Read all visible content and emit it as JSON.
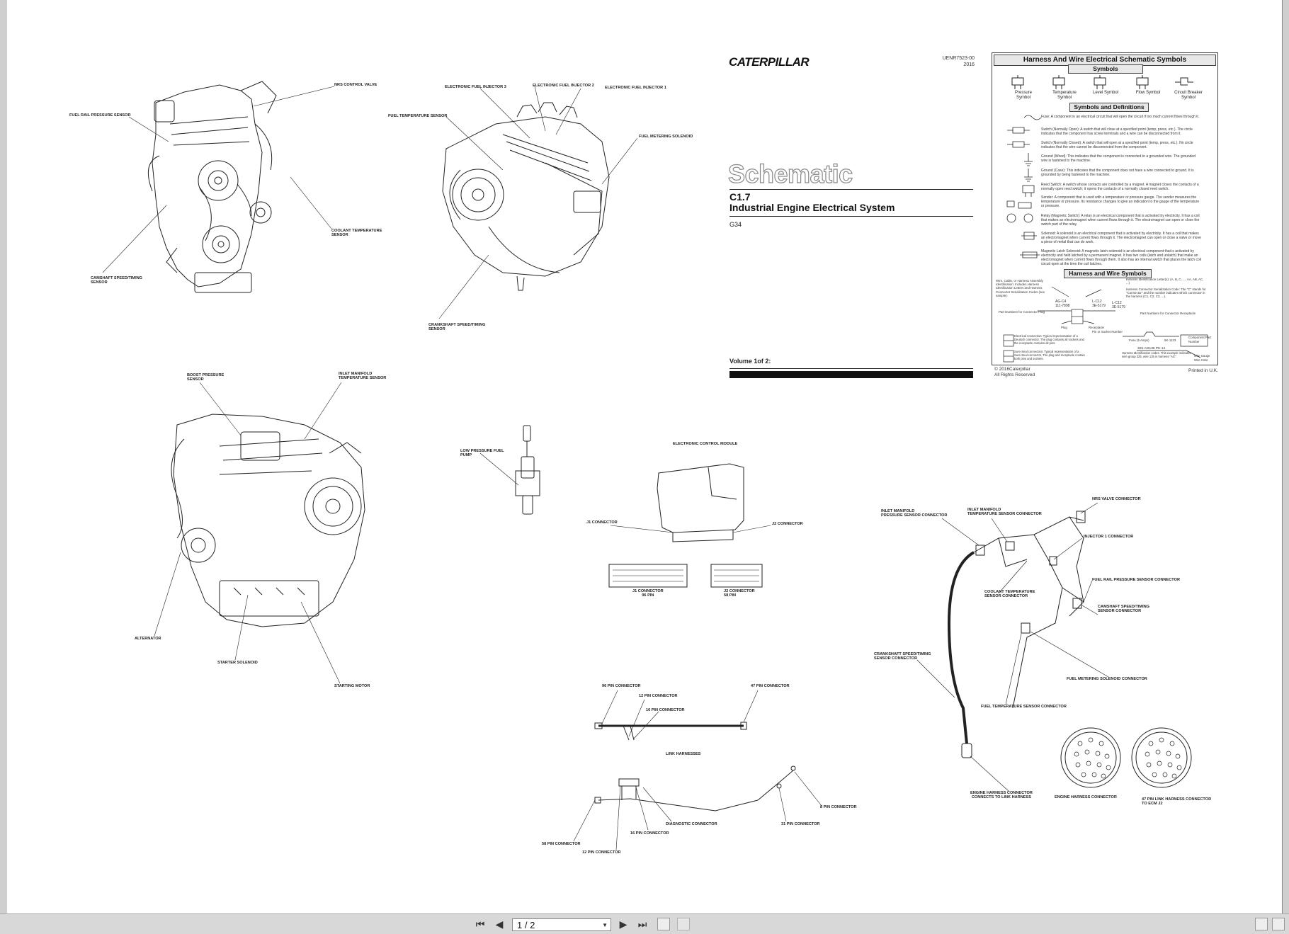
{
  "document": {
    "brand": "CATERPILLAR",
    "doc_number": "UENR7523-00",
    "year": "2016",
    "title": "Schematic",
    "model": "C1.7",
    "system": "Industrial Engine   Electrical System",
    "code": "G34",
    "volume": "Volume 1of 2:",
    "copyright": "© 2016Caterpillar\nAll Rights Reserved",
    "printed": "Printed in U.K."
  },
  "symbols_panel": {
    "title": "Harness And Wire Electrical Schematic Symbols",
    "symbols_header": "Symbols",
    "symbols": [
      "Pressure\nSymbol",
      "Temperature\nSymbol",
      "Level\nSymbol",
      "Flow\nSymbol",
      "Circuit Breaker\nSymbol"
    ],
    "definitions_header": "Symbols and Definitions",
    "definitions": [
      "Fuse: A component in an electrical circuit that will open the circuit if too much current flows through it.",
      "Switch (Normally Open): A switch that will close at a specified point (temp, press, etc.). The circle indicates that the component has screw terminals and a wire can be disconnected from it.",
      "Switch (Normally Closed): A switch that will open at a specified point (temp, press, etc.). No circle indicates that the wire cannot be disconnected from the component.",
      "Ground (Wired): This indicates that the component is connected to a grounded wire. The grounded wire is fastened to the machine.",
      "Ground (Case): This indicates that the component does not have a wire connected to ground. It is grounded by being fastened to the machine.",
      "Reed Switch: A switch whose contacts are controlled by a magnet. A magnet closes the contacts of a normally open reed switch; it opens the contacts of a normally closed reed switch.",
      "Sender: A component that is used with a temperature or pressure gauge. The sender measures the temperature or pressure. Its resistance changes to give an indication to the gauge of the temperature or pressure.",
      "Relay (Magnetic Switch): A relay is an electrical component that is activated by electricity. It has a coil that makes an electromagnet when current flows through it. The electromagnet can open or close the switch part of the relay.",
      "Solenoid: A solenoid is an electrical component that is activated by electricity. It has a coil that makes an electromagnet when current flows through it. The electromagnet can open or close a valve or move a piece of metal that can do work.",
      "Magnetic Latch Solenoid: A magnetic latch solenoid is an electrical component that is activated by electricity and held latched by a permanent magnet. It has two coils (latch and unlatch) that make an electromagnet when current flows through them. It also has an internal switch that places the latch coil circuit open at the time the coil latches."
    ],
    "harness_header": "Harness and Wire Symbols",
    "harness_labels": {
      "intro": "Wire, Cable, or Harness Assembly Identification: Includes Harness Identification Letters and Harness Connector Serialization Codes (see sample).",
      "harness_id": "Harness Identification Letter(s): (A, B, C, ..., AA, AB, AC, ...)",
      "serialization": "Harness Connector Serialization Code: The \"C\" stands for \"Connector\" and the number indicates which connector in the harness (C1, C2, C3, ...).",
      "code_a": "AG-C4\n111-7898",
      "code_b": "L-C12\n3E-5179",
      "code_c": "L-C12\n3E-5179",
      "part_plug": "Part Numbers for Connector Plug",
      "part_receptacle": "Part Numbers for Connector Receptacle",
      "plug": "Plug",
      "receptacle": "Receptacle",
      "pin": "Pin or Socket Number",
      "fuse": "Fuse (5 Amps)",
      "comp_part": "Component Part Number",
      "comp_code": "5K-1123",
      "wire_code": "325-AG135   PK-14",
      "wire_id": "Harness Identification codes. This example indicates wire group 325, wire 135 in harness \"AG\".",
      "gauge": "Wire Gauge",
      "color": "Wire Color",
      "conn1": "Electrical connection: Typical representation of a Deutsch connector. The plug contains all sockets and the receptacle contains all pins.",
      "conn2": "Sure-Seal connection: Typical representation of a Sure-Seal connector. The plug and receptacle contain both pins and sockets."
    }
  },
  "labels": {
    "nrs_control_valve": "NRS CONTROL VALVE",
    "fuel_rail_pressure_sensor": "FUEL RAIL PRESSURE SENSOR",
    "coolant_temperature_sensor": "COOLANT TEMPERATURE\nSENSOR",
    "camshaft_speed_timing_sensor": "CAMSHAFT SPEED/TIMING\nSENSOR",
    "electronic_fuel_injector_3": "ELECTRONIC FUEL INJECTOR 3",
    "electronic_fuel_injector_2": "ELECTRONIC FUEL INJECTOR 2",
    "electronic_fuel_injector_1": "ELECTRONIC FUEL INJECTOR 1",
    "fuel_temperature_sensor": "FUEL TEMPERATURE SENSOR",
    "fuel_metering_solenoid": "FUEL METERING SOLENOID",
    "crankshaft_speed_timing_sensor": "CRANKSHAFT SPEED/TIMING\nSENSOR",
    "boost_pressure_sensor": "BOOST PRESSURE\nSENSOR",
    "inlet_manifold_temperature_sensor": "INLET MANIFOLD\nTEMPERATURE SENSOR",
    "alternator": "ALTERNATOR",
    "starter_solenoid": "STARTER SOLENOID",
    "starting_motor": "STARTING MOTOR",
    "low_pressure_fuel_pump": "LOW PRESSURE FUEL\nPUMP",
    "electronic_control_module": "ELECTRONIC CONTROL MODULE",
    "j1_connector": "J1 CONNECTOR",
    "j2_connector": "J2 CONNECTOR",
    "j1_connector_96": "J1 CONNECTOR\n96 PIN",
    "j2_connector_58": "J2 CONNECTOR\n58 PIN",
    "pin96_connector": "96 PIN CONNECTOR",
    "pin12_connector": "12 PIN CONNECTOR",
    "pin16_connector": "16 PIN CONNECTOR",
    "pin47_connector": "47 PIN CONNECTOR",
    "link_harnesses": "LINK HARNESSES",
    "pin58_connector": "58 PIN CONNECTOR",
    "pin12_connector_b": "12 PIN CONNECTOR",
    "pin16_connector_b": "16 PIN CONNECTOR",
    "diagnostic_connector": "DIAGNOSTIC CONNECTOR",
    "pin31_connector": "31 PIN CONNECTOR",
    "pin8_connector": "8 PIN CONNECTOR",
    "inlet_manifold_pressure_sensor_connector": "INLET MANIFOLD\nPRESSURE  SENSOR CONNECTOR",
    "inlet_manifold_temperature_sensor_connector": "INLET MANIFOLD\nTEMPERATURE SENSOR CONNECTOR",
    "nrs_valve_connector": "NRS VALVE CONNECTOR",
    "injector1_connector": "INJECTOR 1 CONNECTOR",
    "coolant_temperature_sensor_connector": "COOLANT TEMPERATURE\nSENSOR CONNECTOR",
    "fuel_rail_pressure_sensor_connector": "FUEL RAIL PRESSURE SENSOR CONNECTOR",
    "camshaft_speed_timing_sensor_connector": "CAMSHAFT SPEED/TIMING\nSENSOR CONNECTOR",
    "crankshaft_speed_timing_sensor_connector": "CRANKSHAFT SPEED/TIMING\nSENSOR CONNECTOR",
    "fuel_metering_solenoid_connector": "FUEL METERING SOLENOID CONNECTOR",
    "fuel_temperature_sensor_connector": "FUEL TEMPERATURE SENSOR CONNECTOR",
    "engine_harness_connector_link": "ENGINE HARNESS CONNECTOR\nCONNECTS TO LINK HARNESS",
    "engine_harness_connector": "ENGINE HARNESS CONNECTOR",
    "pin47_link_connector": "47 PIN LINK HARNESS CONNECTOR\nTO ECM J2"
  },
  "toolbar": {
    "first_page_icon": "first-page-icon",
    "prev_page_icon": "prev-page-icon",
    "page_value": "1 / 2",
    "next_page_icon": "next-page-icon",
    "last_page_icon": "last-page-icon",
    "colors": {
      "bar": "#d8d8d8",
      "paper": "#ffffff"
    }
  }
}
